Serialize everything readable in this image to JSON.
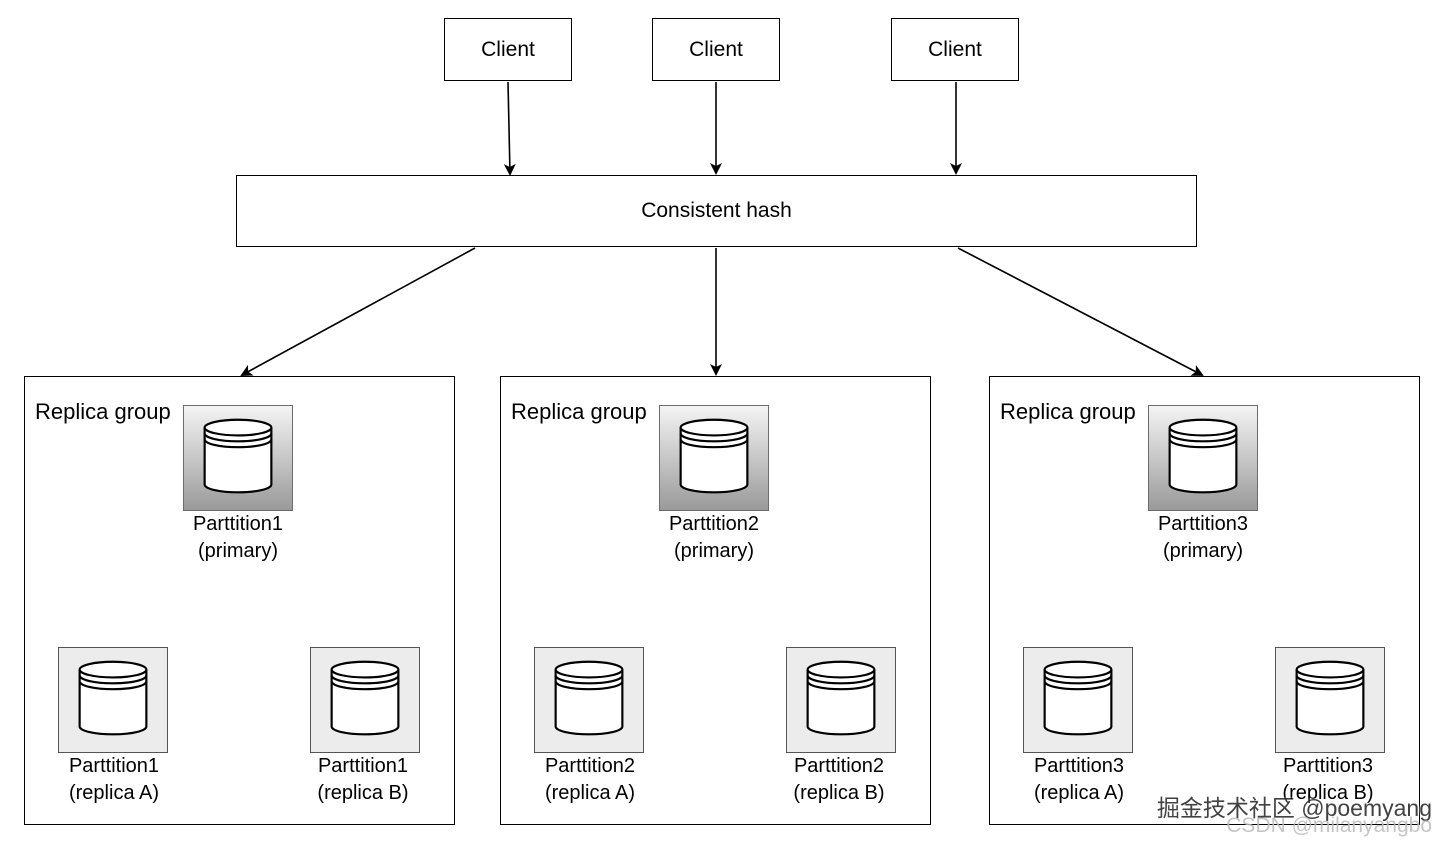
{
  "clients": [
    {
      "label": "Client"
    },
    {
      "label": "Client"
    },
    {
      "label": "Client"
    }
  ],
  "hash": {
    "label": "Consistent hash"
  },
  "groups": [
    {
      "label": "Replica group",
      "primary": {
        "name": "Parttition1",
        "role": "(primary)"
      },
      "replicas": [
        {
          "name": "Parttition1",
          "role": "(replica A)"
        },
        {
          "name": "Parttition1",
          "role": "(replica B)"
        }
      ]
    },
    {
      "label": "Replica group",
      "primary": {
        "name": "Parttition2",
        "role": "(primary)"
      },
      "replicas": [
        {
          "name": "Parttition2",
          "role": "(replica A)"
        },
        {
          "name": "Parttition2",
          "role": "(replica B)"
        }
      ]
    },
    {
      "label": "Replica group",
      "primary": {
        "name": "Parttition3",
        "role": "(primary)"
      },
      "replicas": [
        {
          "name": "Parttition3",
          "role": "(replica A)"
        },
        {
          "name": "Parttition3",
          "role": "(replica B)"
        }
      ]
    }
  ],
  "watermark": {
    "line1": "掘金技术社区 @poemyang",
    "line2": "CSDN @milanyangbo"
  }
}
